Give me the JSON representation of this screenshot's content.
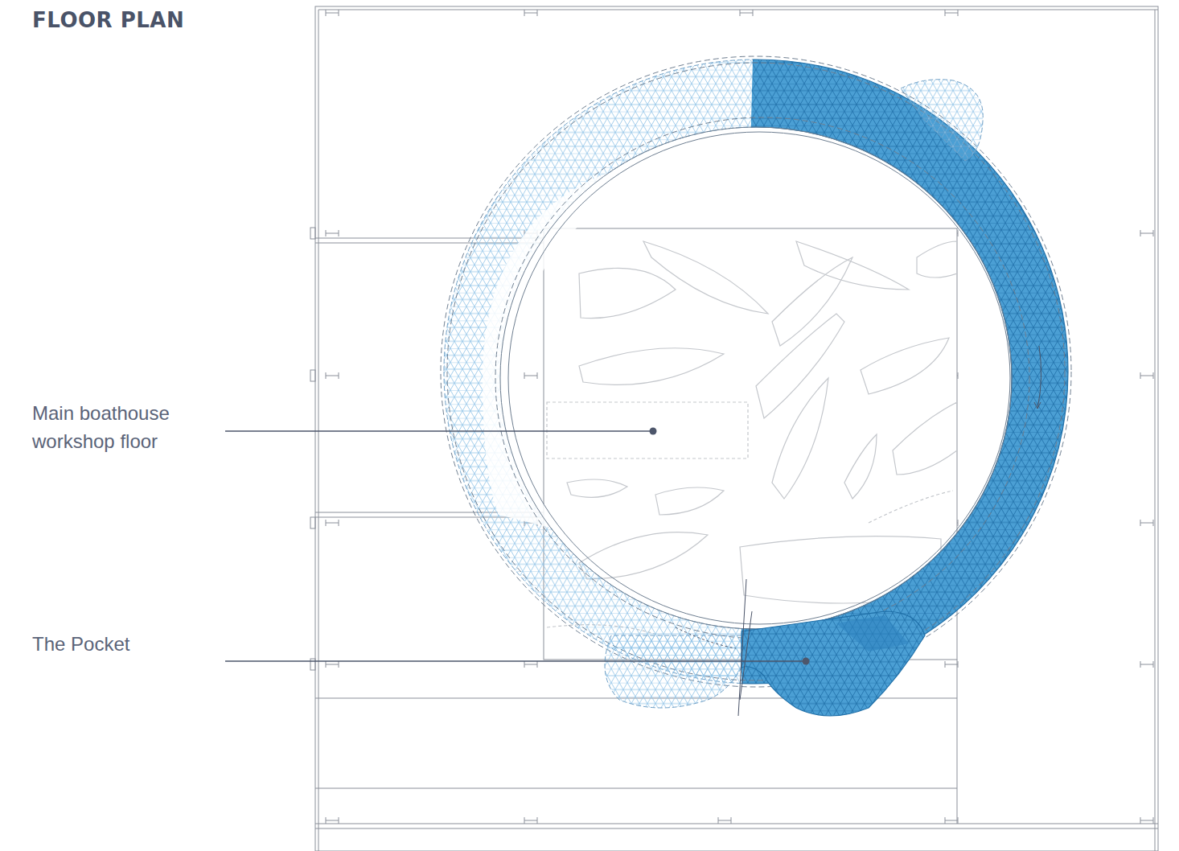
{
  "diagram": {
    "title": "FLOOR PLAN",
    "labels": [
      "Main boathouse workshop floor",
      "The Pocket"
    ]
  }
}
